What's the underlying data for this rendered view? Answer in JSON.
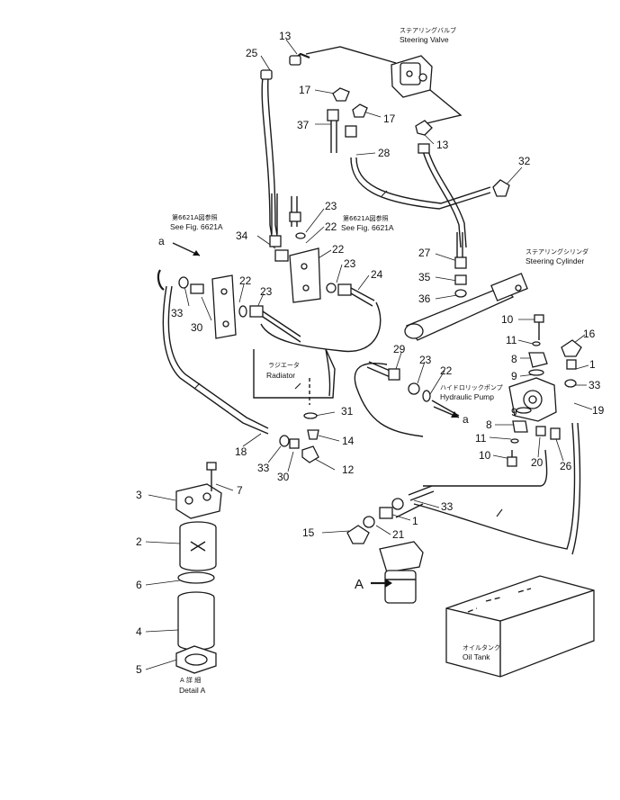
{
  "labels": {
    "steering_valve_jp": "ステアリングバルブ",
    "steering_valve_en": "Steering Valve",
    "steering_cylinder_jp": "ステアリングシリンダ",
    "steering_cylinder_en": "Steering Cylinder",
    "see_fig_left_jp": "第6621A図参照",
    "see_fig_left_en": "See Fig. 6621A",
    "see_fig_right_jp": "第6621A図参照",
    "see_fig_right_en": "See Fig. 6621A",
    "radiator_jp": "ラジエータ",
    "radiator_en": "Radiator",
    "hydraulic_pump_jp": "ハイドロリックポンプ",
    "hydraulic_pump_en": "Hydraulic Pump",
    "oil_tank_jp": "オイルタンク",
    "oil_tank_en": "Oil Tank",
    "detail_jp": "A 詳 細",
    "detail_en": "Detail A",
    "arrow_a_left": "a",
    "arrow_a_right": "a",
    "view_A": "A"
  },
  "part_numbers": {
    "p13_top": "13",
    "p25": "25",
    "p17_left": "17",
    "p17_right": "17",
    "p37": "37",
    "p13_right": "13",
    "p28": "28",
    "p32": "32",
    "p23_top": "23",
    "p22_top": "22",
    "p34": "34",
    "p22_mid": "22",
    "p23_mid": "23",
    "p24": "24",
    "p27": "27",
    "p35": "35",
    "p36": "36",
    "p22_left": "22",
    "p23_left": "23",
    "p33_left": "33",
    "p30_left": "30",
    "p10_top": "10",
    "p11_top": "11",
    "p16": "16",
    "p8_top": "8",
    "p1_right": "1",
    "p9_top": "9",
    "p33_right": "33",
    "p29": "29",
    "p23_pump": "23",
    "p22_pump": "22",
    "p9_bottom": "9",
    "p19": "19",
    "p8_bottom": "8",
    "p11_bottom": "11",
    "p10_bottom": "10",
    "p20": "20",
    "p26": "26",
    "p31": "31",
    "p14": "14",
    "p18": "18",
    "p33_bottom": "33",
    "p30_bottom": "30",
    "p12": "12",
    "p3": "3",
    "p7": "7",
    "p2": "2",
    "p6": "6",
    "p4": "4",
    "p5": "5",
    "p33_tank": "33",
    "p1_tank": "1",
    "p15": "15",
    "p21": "21"
  }
}
